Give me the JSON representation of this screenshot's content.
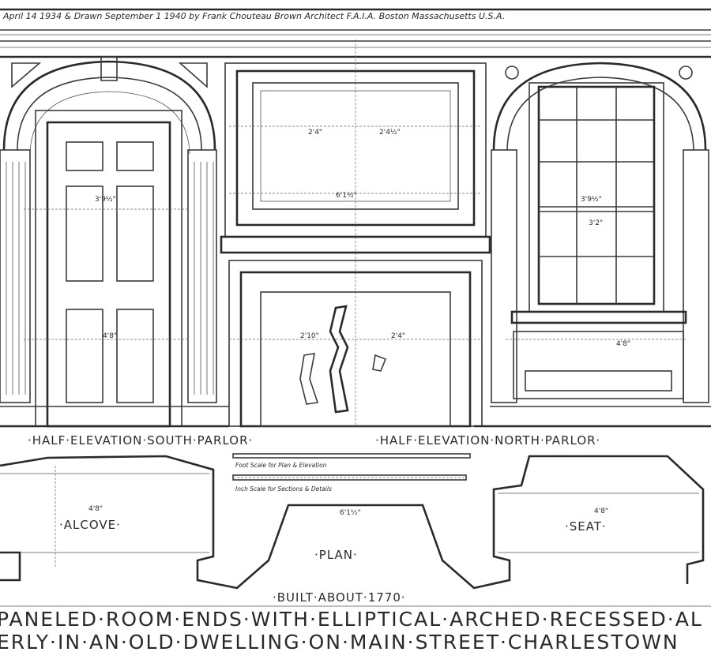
{
  "header": "April 14 1934 & Drawn September 1 1940 by Frank Chouteau Brown Architect F.A.I.A. Boston Massachusetts U.S.A.",
  "labels": {
    "south": "·HALF·ELEVATION·SOUTH·PARLOR·",
    "north": "·HALF·ELEVATION·NORTH·PARLOR·",
    "alcove": "·ALCOVE·",
    "plan": "·PLAN·",
    "seat": "·SEAT·",
    "built": "·BUILT·ABOUT·1770·"
  },
  "scales": {
    "foot": "Foot Scale for Plan & Elevation",
    "inch": "Inch Scale for Sections & Details"
  },
  "dimensions": {
    "door_width": "3'9½\"",
    "door_lower": "4'8\"",
    "panel_a": "2'4\"",
    "panel_b": "2'4½\"",
    "fire_a": "2'10\"",
    "fire_b": "2'4\"",
    "mantel": "6'1½\"",
    "window_a": "3'9½\"",
    "window_b": "3'2\"",
    "seat_w": "4'8\"",
    "alcove_w": "4'8\"",
    "plan_w": "6'1½\""
  },
  "title": {
    "line1": "PANELED·ROOM·ENDS·WITH·ELLIPTICAL·ARCHED·RECESSED·AL",
    "line2": "ERLY·IN·AN·OLD·DWELLING·ON·MAIN·STREET·CHARLESTOWN"
  }
}
